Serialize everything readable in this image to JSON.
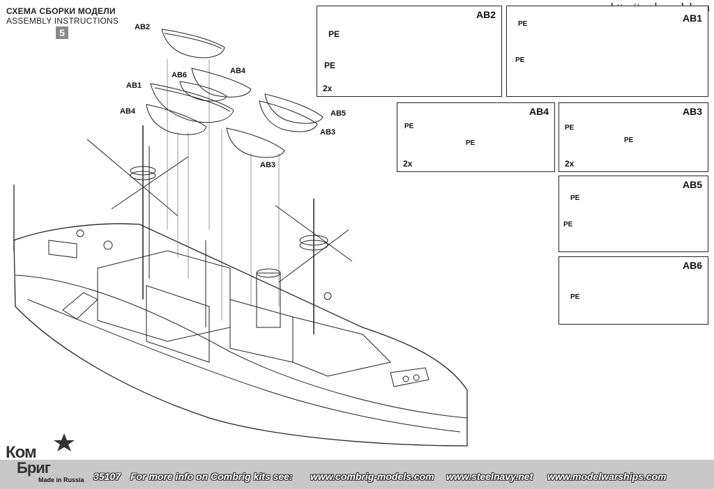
{
  "header": {
    "title_ru": "СХЕМА СБОРКИ МОДЕЛИ",
    "title_en": "ASSEMBLY INSTRUCTIONS",
    "step": "5"
  },
  "watermark": "http://scalemodels.ru",
  "main_labels": {
    "ab2": "AB2",
    "ab6": "AB6",
    "ab4_top": "AB4",
    "ab1": "AB1",
    "ab4_left": "AB4",
    "ab5": "AB5",
    "ab3_right": "AB3",
    "ab3_mid": "AB3"
  },
  "panels": {
    "ab2": {
      "title": "AB2",
      "pe_top": "PE",
      "pe_bottom": "PE",
      "qty": "2x"
    },
    "ab1": {
      "title": "AB1",
      "pe_top": "PE",
      "pe_bottom": "PE"
    },
    "ab4": {
      "title": "AB4",
      "pe_left": "PE",
      "pe_right": "PE",
      "qty": "2x"
    },
    "ab3": {
      "title": "AB3",
      "pe_left": "PE",
      "pe_right": "PE",
      "qty": "2x"
    },
    "ab5": {
      "title": "AB5",
      "pe_top": "PE",
      "pe_bottom": "PE"
    },
    "ab6": {
      "title": "AB6",
      "pe": "PE"
    }
  },
  "footer": {
    "kit_number": "35107",
    "info_text": "For more info on Combrig kits see:",
    "link1": "www.combrig-models.com",
    "link2": "www.steelnavy.net",
    "link3": "www.modelwarships.com",
    "logo_line1": "Ком",
    "logo_line2": "Бриг",
    "logo_tagline": "Made in Russia"
  },
  "colors": {
    "line": "#222222",
    "footer_bg": "#c8c8c8",
    "step_box": "#8a8a8a"
  }
}
